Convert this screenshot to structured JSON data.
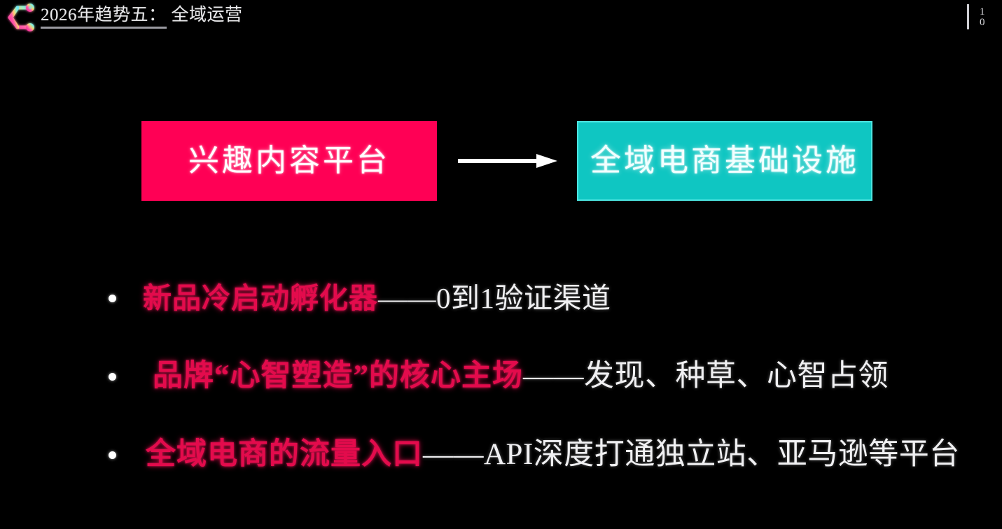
{
  "header": {
    "logo_icon": "gradient-c-logo-icon",
    "title_underlined": "2026年趋势五：",
    "title_rest": "全域运营",
    "page_number_top": "1",
    "page_number_bottom": "0"
  },
  "flow": {
    "source_box": {
      "label": "兴趣内容平台",
      "color": "#ff0055"
    },
    "arrow_icon": "right-arrow-icon",
    "target_box": {
      "label": "全域电商基础设施",
      "color": "#0fc6c2"
    }
  },
  "bullets": [
    {
      "accent": "新品冷启动孵化器",
      "plain": "——0到1验证渠道"
    },
    {
      "accent": "品牌“心智塑造”的核心主场",
      "plain": "——发现、种草、心智占领"
    },
    {
      "accent": "全域电商的流量入口",
      "plain": "——API深度打通独立站、亚马逊等平台"
    }
  ],
  "colors": {
    "background": "#000000",
    "accent_pink": "#e30b4c",
    "box_pink": "#ff0055",
    "box_teal": "#0fc6c2",
    "text_white": "#f0f0f2"
  }
}
